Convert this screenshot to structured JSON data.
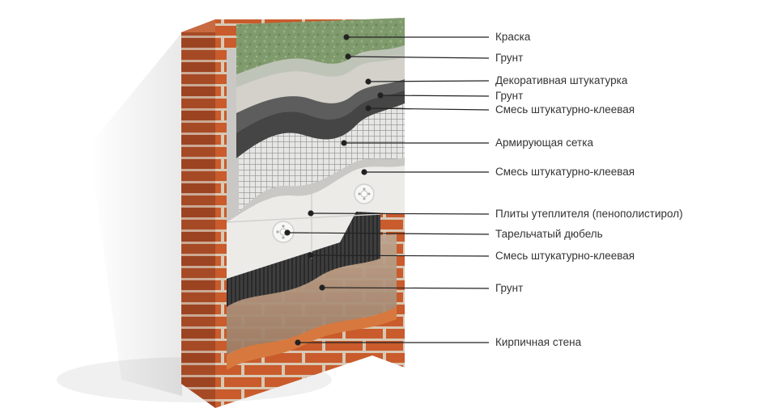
{
  "layers": [
    {
      "id": "paint",
      "label": "Краска"
    },
    {
      "id": "primer-top",
      "label": "Грунт"
    },
    {
      "id": "decorative-plaster",
      "label": "Декоративная штукатурка"
    },
    {
      "id": "primer-2",
      "label": "Грунт"
    },
    {
      "id": "adhesive-top",
      "label": "Смесь штукатурно-клеевая"
    },
    {
      "id": "reinforcing-mesh",
      "label": "Армирующая сетка"
    },
    {
      "id": "adhesive-mid",
      "label": "Смесь штукатурно-клеевая"
    },
    {
      "id": "insulation-boards",
      "label": "Плиты утеплителя (пенополистирол)"
    },
    {
      "id": "dowel",
      "label": "Тарельчатый дюбель"
    },
    {
      "id": "adhesive-base",
      "label": "Смесь штукатурно-клеевая"
    },
    {
      "id": "primer-base",
      "label": "Грунт"
    },
    {
      "id": "brick-wall",
      "label": "Кирпичная стена"
    }
  ],
  "colors": {
    "brick": "#b4532a",
    "mortar": "#d9c9b6",
    "paint": "#7e9a6b",
    "plaster": "#d6d4cd",
    "adhesive": "#4a4a4a",
    "mesh": "#9a9a9a",
    "insulation": "#efefed",
    "leader": "#222222"
  }
}
